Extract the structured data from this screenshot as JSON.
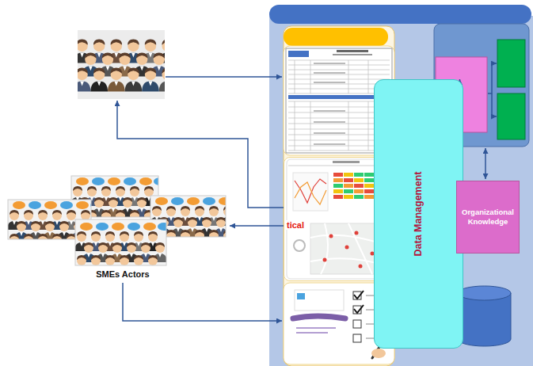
{
  "diagram": {
    "nodes": [
      {
        "text": [
          "tical"
        ]
      },
      {
        "text": [
          "SMEs Actors"
        ]
      },
      {
        "text": [
          "Data Management"
        ]
      },
      {
        "text": [
          "Organizational Knowledge"
        ]
      }
    ],
    "edges": [
      {
        "from": 0,
        "to": 1,
        "arrow": "to"
      },
      {
        "from": 0,
        "to": 2,
        "arrow": "both"
      },
      {
        "from": 2,
        "to": 3,
        "arrow": "both"
      }
    ]
  }
}
